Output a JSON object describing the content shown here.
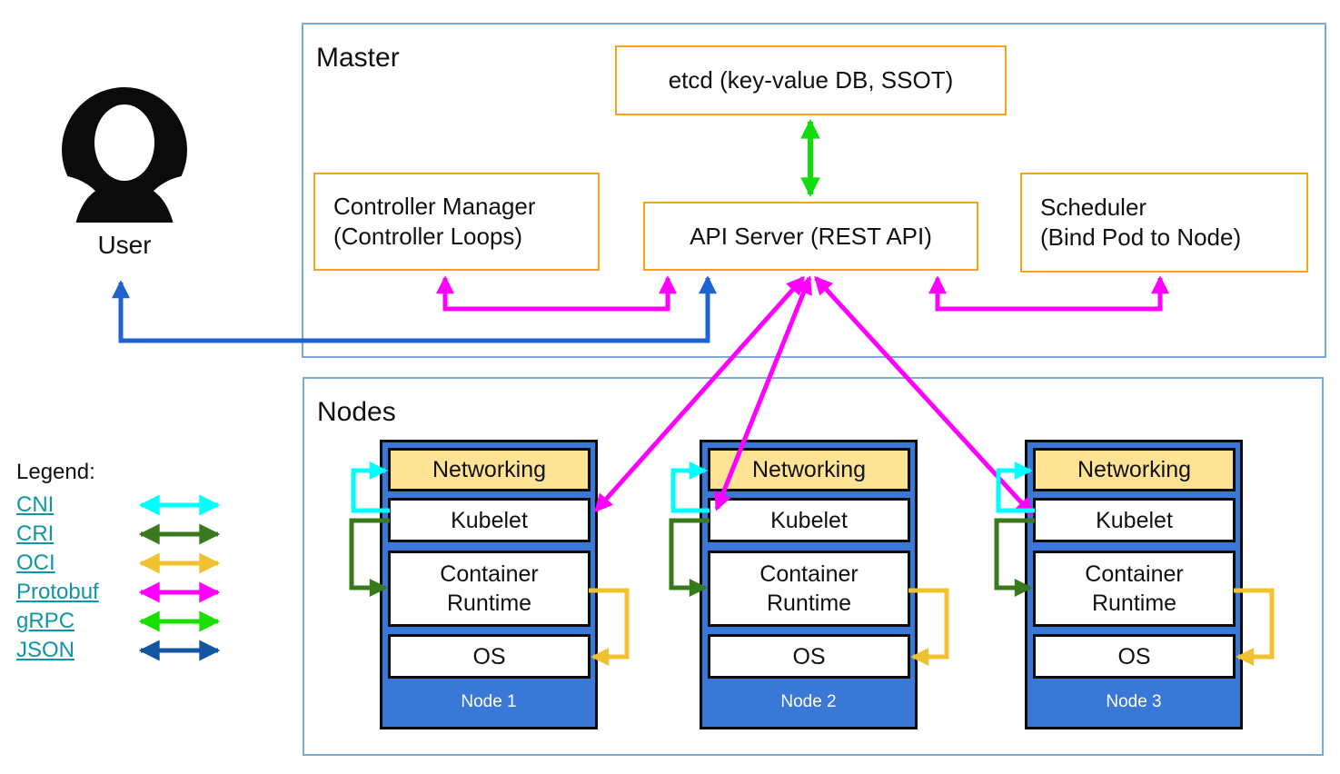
{
  "user": {
    "label": "User"
  },
  "master": {
    "title": "Master",
    "etcd_label": "etcd (key-value DB, SSOT)",
    "api_server_label": "API Server (REST API)",
    "controller_manager": {
      "line1": "Controller Manager",
      "line2": "(Controller Loops)"
    },
    "scheduler": {
      "line1": "Scheduler",
      "line2": "(Bind Pod to Node)"
    }
  },
  "nodes": {
    "title": "Nodes",
    "items": [
      {
        "name": "Node 1",
        "layers": {
          "networking": "Networking",
          "kubelet": "Kubelet",
          "runtime": "Container\nRuntime",
          "os": "OS"
        }
      },
      {
        "name": "Node 2",
        "layers": {
          "networking": "Networking",
          "kubelet": "Kubelet",
          "runtime": "Container\nRuntime",
          "os": "OS"
        }
      },
      {
        "name": "Node 3",
        "layers": {
          "networking": "Networking",
          "kubelet": "Kubelet",
          "runtime": "Container\nRuntime",
          "os": "OS"
        }
      }
    ]
  },
  "legend": {
    "title": "Legend:",
    "items": [
      {
        "label": "CNI",
        "color": "#00ffff"
      },
      {
        "label": "CRI",
        "color": "#3a7a1e"
      },
      {
        "label": "OCI",
        "color": "#f0c232"
      },
      {
        "label": "Protobuf",
        "color": "#ff00ff"
      },
      {
        "label": "gRPC",
        "color": "#18e000"
      },
      {
        "label": "JSON",
        "color": "#1455a0"
      }
    ]
  },
  "colors": {
    "cni_cyan": "#00ffff",
    "cri_dark_green": "#3a7a1e",
    "oci_gold": "#f0c232",
    "protobuf_magenta": "#ff00ff",
    "grpc_green": "#12dd0c",
    "json_user_blue": "#1e63d1",
    "json_legend_navy": "#1455a0",
    "box_border_orange": "#f9a11b",
    "region_border_blue": "#7fa8d4",
    "node_fill_blue": "#3a78d8",
    "networking_fill": "#ffe394",
    "link_teal": "#1095a5"
  },
  "connections": [
    {
      "from": "User",
      "to": "API Server",
      "protocol": "JSON"
    },
    {
      "from": "Controller Manager",
      "to": "API Server",
      "protocol": "Protobuf"
    },
    {
      "from": "Scheduler",
      "to": "API Server",
      "protocol": "Protobuf"
    },
    {
      "from": "etcd",
      "to": "API Server",
      "protocol": "gRPC"
    },
    {
      "from": "API Server",
      "to": "Kubelet (Node 1)",
      "protocol": "Protobuf"
    },
    {
      "from": "API Server",
      "to": "Kubelet (Node 2)",
      "protocol": "Protobuf"
    },
    {
      "from": "API Server",
      "to": "Kubelet (Node 3)",
      "protocol": "Protobuf"
    },
    {
      "from": "Kubelet",
      "to": "Networking",
      "protocol": "CNI",
      "scope": "each node"
    },
    {
      "from": "Kubelet",
      "to": "Container Runtime",
      "protocol": "CRI",
      "scope": "each node"
    },
    {
      "from": "Container Runtime",
      "to": "OS",
      "protocol": "OCI",
      "scope": "each node"
    }
  ]
}
